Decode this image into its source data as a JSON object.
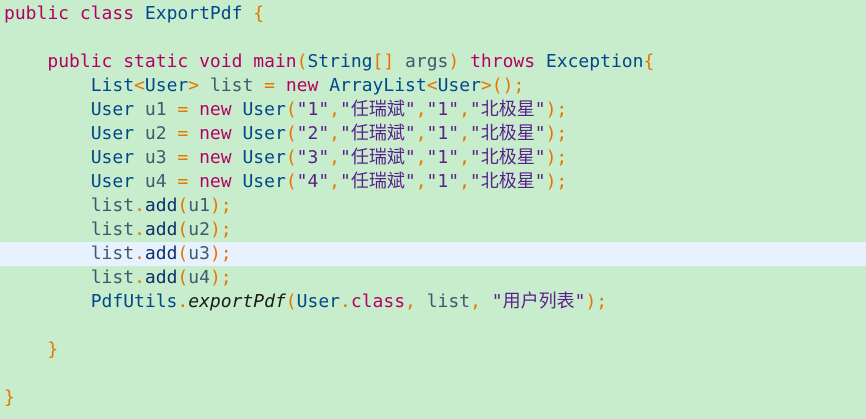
{
  "code_lines": [
    {
      "tokens": [
        [
          "kw",
          "public "
        ],
        [
          "kw",
          "class "
        ],
        [
          "ty",
          "ExportPdf "
        ],
        [
          "pn",
          "{"
        ]
      ]
    },
    {
      "tokens": []
    },
    {
      "tokens": [
        [
          "pl",
          "    "
        ],
        [
          "kw",
          "public "
        ],
        [
          "kw",
          "static "
        ],
        [
          "kw",
          "void "
        ],
        [
          "fn",
          "main"
        ],
        [
          "pn",
          "("
        ],
        [
          "ty",
          "String"
        ],
        [
          "pn",
          "[] "
        ],
        [
          "id",
          "args"
        ],
        [
          "pn",
          ") "
        ],
        [
          "kw",
          "throws "
        ],
        [
          "ty",
          "Exception"
        ],
        [
          "pn",
          "{"
        ]
      ]
    },
    {
      "tokens": [
        [
          "pl",
          "        "
        ],
        [
          "ty",
          "List"
        ],
        [
          "pn",
          "<"
        ],
        [
          "ty",
          "User"
        ],
        [
          "pn",
          "> "
        ],
        [
          "id",
          "list "
        ],
        [
          "pn",
          "= "
        ],
        [
          "kw",
          "new "
        ],
        [
          "ty",
          "ArrayList"
        ],
        [
          "pn",
          "<"
        ],
        [
          "ty",
          "User"
        ],
        [
          "pn",
          ">();"
        ]
      ]
    },
    {
      "tokens": [
        [
          "pl",
          "        "
        ],
        [
          "ty",
          "User "
        ],
        [
          "id",
          "u1 "
        ],
        [
          "pn",
          "= "
        ],
        [
          "kw",
          "new "
        ],
        [
          "ty",
          "User"
        ],
        [
          "pn",
          "("
        ],
        [
          "str",
          "\"1\""
        ],
        [
          "pn",
          ","
        ],
        [
          "str",
          "\"任瑞斌\""
        ],
        [
          "pn",
          ","
        ],
        [
          "str",
          "\"1\""
        ],
        [
          "pn",
          ","
        ],
        [
          "str",
          "\"北极星\""
        ],
        [
          "pn",
          ");"
        ]
      ]
    },
    {
      "tokens": [
        [
          "pl",
          "        "
        ],
        [
          "ty",
          "User "
        ],
        [
          "id",
          "u2 "
        ],
        [
          "pn",
          "= "
        ],
        [
          "kw",
          "new "
        ],
        [
          "ty",
          "User"
        ],
        [
          "pn",
          "("
        ],
        [
          "str",
          "\"2\""
        ],
        [
          "pn",
          ","
        ],
        [
          "str",
          "\"任瑞斌\""
        ],
        [
          "pn",
          ","
        ],
        [
          "str",
          "\"1\""
        ],
        [
          "pn",
          ","
        ],
        [
          "str",
          "\"北极星\""
        ],
        [
          "pn",
          ");"
        ]
      ]
    },
    {
      "tokens": [
        [
          "pl",
          "        "
        ],
        [
          "ty",
          "User "
        ],
        [
          "id",
          "u3 "
        ],
        [
          "pn",
          "= "
        ],
        [
          "kw",
          "new "
        ],
        [
          "ty",
          "User"
        ],
        [
          "pn",
          "("
        ],
        [
          "str",
          "\"3\""
        ],
        [
          "pn",
          ","
        ],
        [
          "str",
          "\"任瑞斌\""
        ],
        [
          "pn",
          ","
        ],
        [
          "str",
          "\"1\""
        ],
        [
          "pn",
          ","
        ],
        [
          "str",
          "\"北极星\""
        ],
        [
          "pn",
          ");"
        ]
      ]
    },
    {
      "tokens": [
        [
          "pl",
          "        "
        ],
        [
          "ty",
          "User "
        ],
        [
          "id",
          "u4 "
        ],
        [
          "pn",
          "= "
        ],
        [
          "kw",
          "new "
        ],
        [
          "ty",
          "User"
        ],
        [
          "pn",
          "("
        ],
        [
          "str",
          "\"4\""
        ],
        [
          "pn",
          ","
        ],
        [
          "str",
          "\"任瑞斌\""
        ],
        [
          "pn",
          ","
        ],
        [
          "str",
          "\"1\""
        ],
        [
          "pn",
          ","
        ],
        [
          "str",
          "\"北极星\""
        ],
        [
          "pn",
          ");"
        ]
      ]
    },
    {
      "tokens": [
        [
          "pl",
          "        "
        ],
        [
          "id",
          "list"
        ],
        [
          "pn",
          "."
        ],
        [
          "mt",
          "add"
        ],
        [
          "pn",
          "("
        ],
        [
          "id",
          "u1"
        ],
        [
          "pn",
          ");"
        ]
      ]
    },
    {
      "tokens": [
        [
          "pl",
          "        "
        ],
        [
          "id",
          "list"
        ],
        [
          "pn",
          "."
        ],
        [
          "mt",
          "add"
        ],
        [
          "pn",
          "("
        ],
        [
          "id",
          "u2"
        ],
        [
          "pn",
          ");"
        ]
      ]
    },
    {
      "tokens": [
        [
          "pl",
          "        "
        ],
        [
          "id",
          "list"
        ],
        [
          "pn",
          "."
        ],
        [
          "mt",
          "add"
        ],
        [
          "pn",
          "("
        ],
        [
          "id",
          "u3"
        ],
        [
          "pn",
          ");"
        ]
      ],
      "current": true
    },
    {
      "tokens": [
        [
          "pl",
          "        "
        ],
        [
          "id",
          "list"
        ],
        [
          "pn",
          "."
        ],
        [
          "mt",
          "add"
        ],
        [
          "pn",
          "("
        ],
        [
          "id",
          "u4"
        ],
        [
          "pn",
          ");"
        ]
      ]
    },
    {
      "tokens": [
        [
          "pl",
          "        "
        ],
        [
          "ty",
          "PdfUtils"
        ],
        [
          "pn",
          "."
        ],
        [
          "it",
          "exportPdf"
        ],
        [
          "pn",
          "("
        ],
        [
          "ty",
          "User"
        ],
        [
          "pn",
          "."
        ],
        [
          "kw",
          "class"
        ],
        [
          "pn",
          ", "
        ],
        [
          "id",
          "list"
        ],
        [
          "pn",
          ", "
        ],
        [
          "str",
          "\"用户列表\""
        ],
        [
          "pn",
          ");"
        ]
      ]
    },
    {
      "tokens": []
    },
    {
      "tokens": [
        [
          "pl",
          "    "
        ],
        [
          "pn",
          "}"
        ]
      ]
    },
    {
      "tokens": []
    },
    {
      "tokens": [
        [
          "pn",
          "}"
        ]
      ]
    }
  ],
  "colors": {
    "background": "#c7edcc",
    "current_line": "#e8f2fe"
  }
}
